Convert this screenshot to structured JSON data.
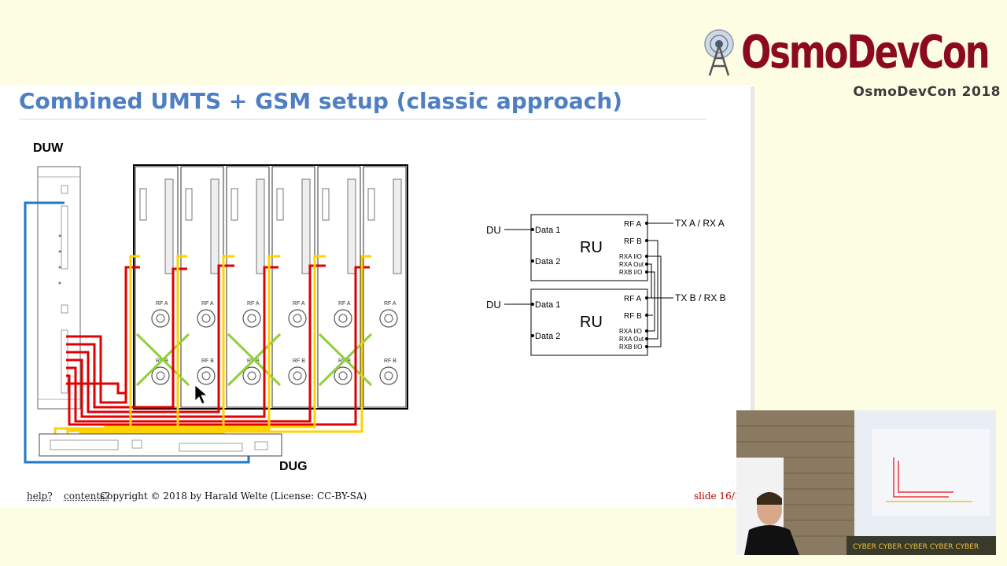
{
  "logo": {
    "text": "OsmoDevCon",
    "icon": "antenna-tower-icon"
  },
  "conference": "OsmoDevCon 2018",
  "slide": {
    "title": "Combined UMTS + GSM setup (classic approach)",
    "labels": {
      "duw": "DUW",
      "dug": "DUG",
      "du": "DU",
      "ru": "RU",
      "data1": "Data 1",
      "data2": "Data 2",
      "rfa": "RF A",
      "rfb": "RF B",
      "rxa_io": "RXA I/O",
      "rxa_out": "RXA Out",
      "rxb_io": "RXB I/O",
      "tx_a_rx_a": "TX A / RX A",
      "tx_b_rx_b": "TX B / RX B"
    }
  },
  "footer": {
    "help": "help?",
    "contents": "contents?",
    "copyright": "Copyright © 2018 by Harald Welte (License: CC-BY-SA)",
    "slide_number": "slide 16/1("
  },
  "colors": {
    "title": "#4e7fc2",
    "logo": "#8b0a1e",
    "red_cable": "#e00000",
    "yellow_cable": "#ffd200",
    "blue_cable": "#1f78c8",
    "green_cross": "#8fd13a"
  }
}
